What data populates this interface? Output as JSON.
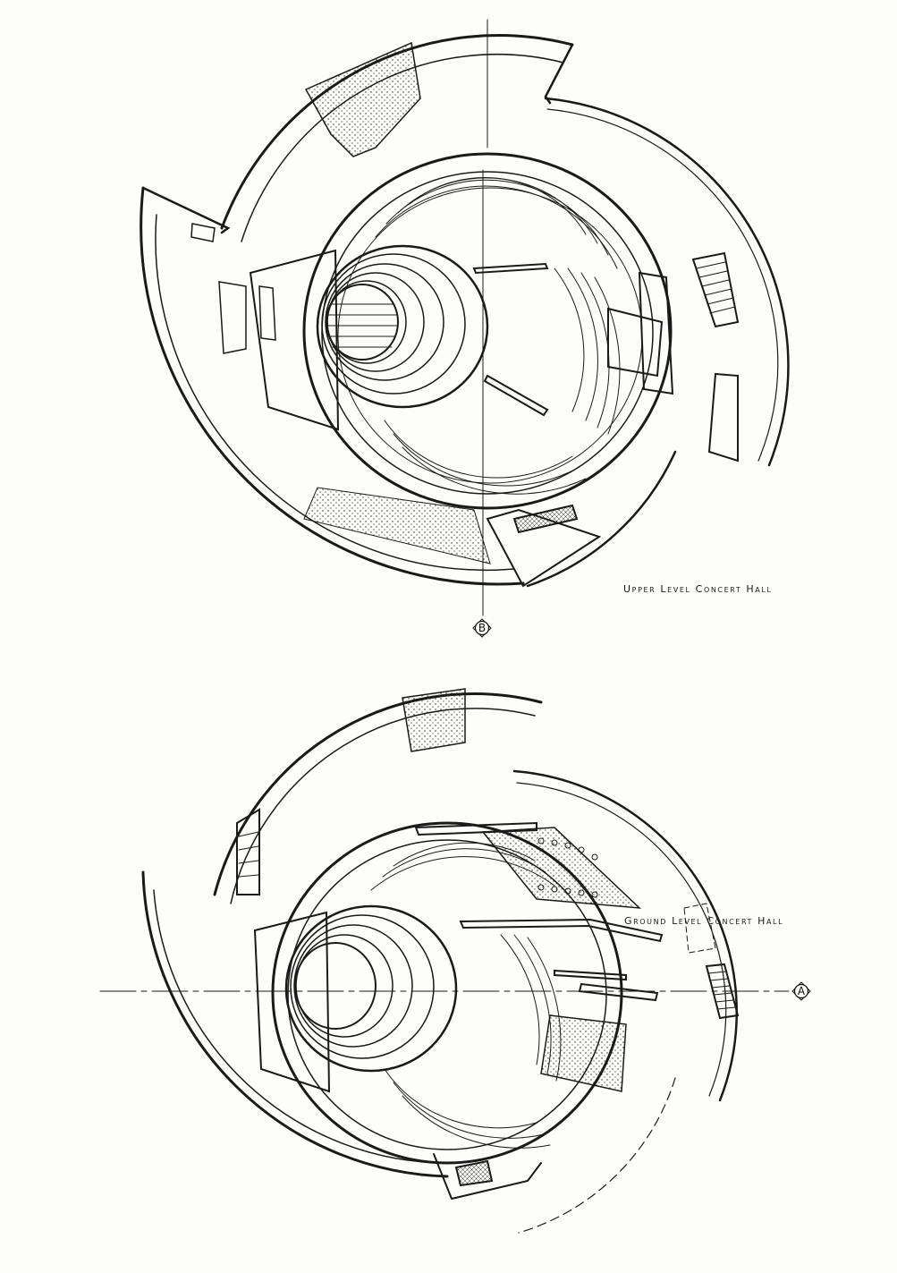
{
  "plans": [
    {
      "id": "upper",
      "caption": "Upper Level Concert Hall",
      "section_marker": "B"
    },
    {
      "id": "ground",
      "caption": "Ground Level Concert Hall",
      "section_marker": "A"
    }
  ],
  "colors": {
    "ink": "#1a1a1a",
    "paper": "#fdfdfb"
  }
}
